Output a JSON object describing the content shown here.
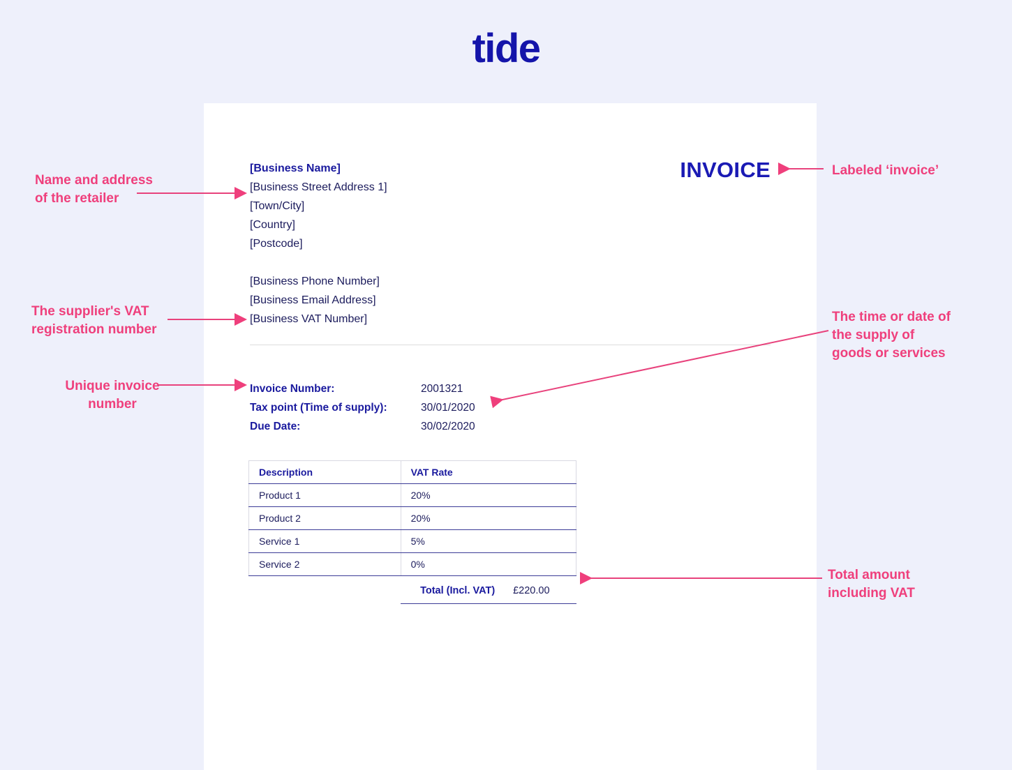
{
  "brand": {
    "name": "tide"
  },
  "invoice": {
    "title": "INVOICE",
    "business": {
      "name": "[Business Name]",
      "street": "[Business Street Address 1]",
      "town": "[Town/City]",
      "country": "[Country]",
      "postcode": "[Postcode]",
      "phone": "[Business Phone Number]",
      "email": "[Business Email Address]",
      "vat": "[Business VAT Number]"
    },
    "meta": [
      {
        "label": "Invoice Number:",
        "value": "2001321"
      },
      {
        "label": "Tax point (Time of supply):",
        "value": "30/01/2020"
      },
      {
        "label": "Due Date:",
        "value": "30/02/2020"
      }
    ],
    "table": {
      "headers": [
        "Description",
        "VAT Rate"
      ],
      "rows": [
        [
          "Product 1",
          "20%"
        ],
        [
          "Product 2",
          "20%"
        ],
        [
          "Service 1",
          "5%"
        ],
        [
          "Service 2",
          "0%"
        ]
      ],
      "total_label": "Total (Incl. VAT)",
      "total_value": "£220.00"
    }
  },
  "annotations": [
    {
      "id": "retailer",
      "line1": "Name and address",
      "line2": "of the retailer"
    },
    {
      "id": "vat-reg",
      "line1": "The supplier's VAT",
      "line2": "registration number"
    },
    {
      "id": "invoice-no",
      "line1": "Unique invoice",
      "line2": "number"
    },
    {
      "id": "labeled",
      "line1": "Labeled ‘invoice’"
    },
    {
      "id": "supply-date",
      "line1": "The time or date of",
      "line2": "the supply of",
      "line3": "goods or services"
    },
    {
      "id": "total",
      "line1": "Total amount",
      "line2": "including VAT"
    }
  ],
  "colors": {
    "background": "#eef0fb",
    "page": "#ffffff",
    "brand_blue": "#1414aa",
    "navy": "#1b1b5c",
    "accent_pink": "#ef3f7c"
  }
}
